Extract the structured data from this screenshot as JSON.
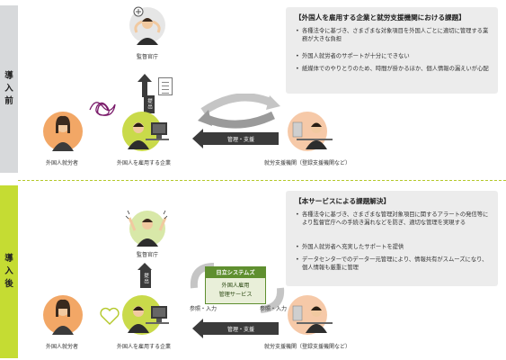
{
  "sections": {
    "before_label": [
      "導",
      "入",
      "前"
    ],
    "after_label": [
      "導",
      "入",
      "後"
    ]
  },
  "before": {
    "panel_title": "【外国人を雇用する企業と就労支援機関における課題】",
    "bullets": [
      "各種法令に基づき、さまざまな対象項目を外国人ごとに適切に管理する業務が大きな負担",
      "外国人就労者のサポートが十分にできない",
      "紙媒体でのやりとりのため、時間が掛かるほか、個人情報の漏えいが心配"
    ],
    "labels": {
      "supervisor": "監督官庁",
      "worker": "外国人就労者",
      "company": "外国人を雇用する企業",
      "support_org": "就労支援機関（登録支援機関など）",
      "submit": "提出",
      "manage_support": "管理・支援"
    }
  },
  "after": {
    "panel_title": "【本サービスによる課題解決】",
    "bullets": [
      "各種法令に基づき、さまざまな管理対象項目に関するアラートの発信等により監督官庁への手続き漏れなどを防ぎ、適切な管理を実現する",
      "外国人就労者へ充実したサポートを提供",
      "データセンターでのデータ一元管理により、情報共有がスムーズになり、個人情報も厳重に管理"
    ],
    "service": {
      "vendor": "日立システムズ",
      "name_line1": "外国人雇用",
      "name_line2": "管理サービス"
    },
    "labels": {
      "supervisor": "監督官庁",
      "worker": "外国人就労者",
      "company": "外国人を雇用する企業",
      "support_org": "就労支援機関（登録支援機関など）",
      "submit": "提出",
      "manage_support": "管理・支援",
      "access_left": "参照・入力",
      "access_right": "参照・入力"
    }
  },
  "colors": {
    "before_band": "#d7d9db",
    "after_band": "#c5dc33",
    "service_green": "#5f8f2f",
    "worker_circle": "#f2a766",
    "company_circle": "#c9da4a",
    "support_circle": "#f6c9a8",
    "supervisor_circle_after": "#d8e8a8"
  }
}
